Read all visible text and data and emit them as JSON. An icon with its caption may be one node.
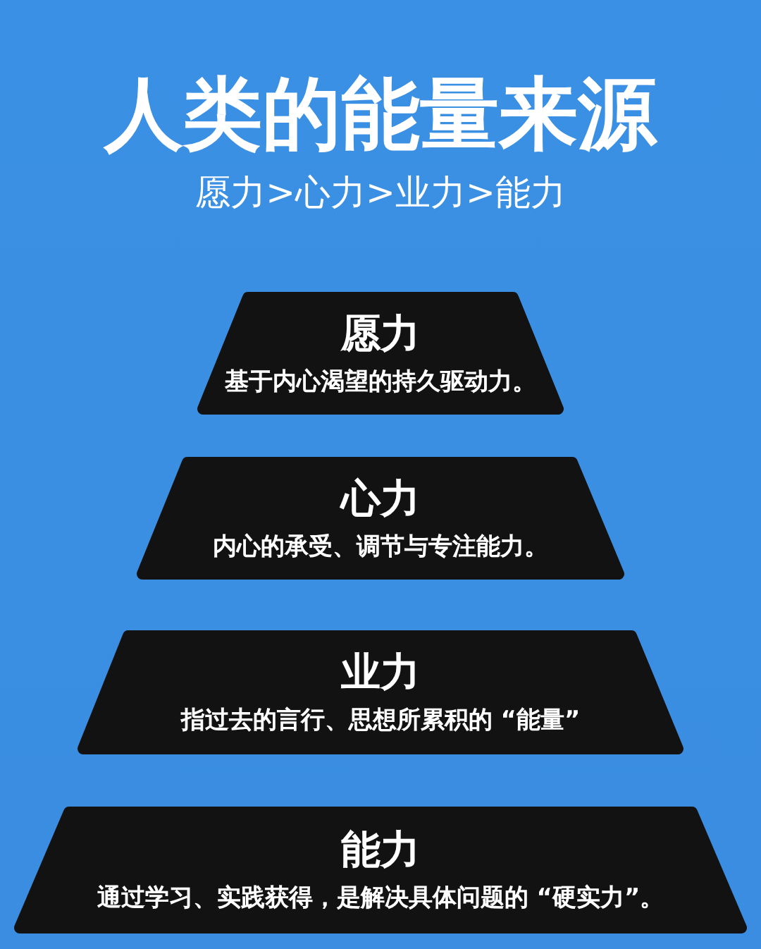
{
  "diagram": {
    "title": "人类的能量来源",
    "nodes": [
      {
        "text": [
          "愿力",
          "基于内心渴望的持久驱动力。"
        ]
      },
      {
        "text": [
          "心力",
          "内心的承受、调节与专注能力。"
        ]
      },
      {
        "text": [
          "业力",
          "指过去的言行、思想所累积的 “能量”"
        ]
      },
      {
        "text": [
          "能力",
          "通过学习、实践获得，是解决具体问题的 “硬实力”。"
        ]
      }
    ],
    "labels": [
      "愿力>心力>业力>能力"
    ]
  }
}
